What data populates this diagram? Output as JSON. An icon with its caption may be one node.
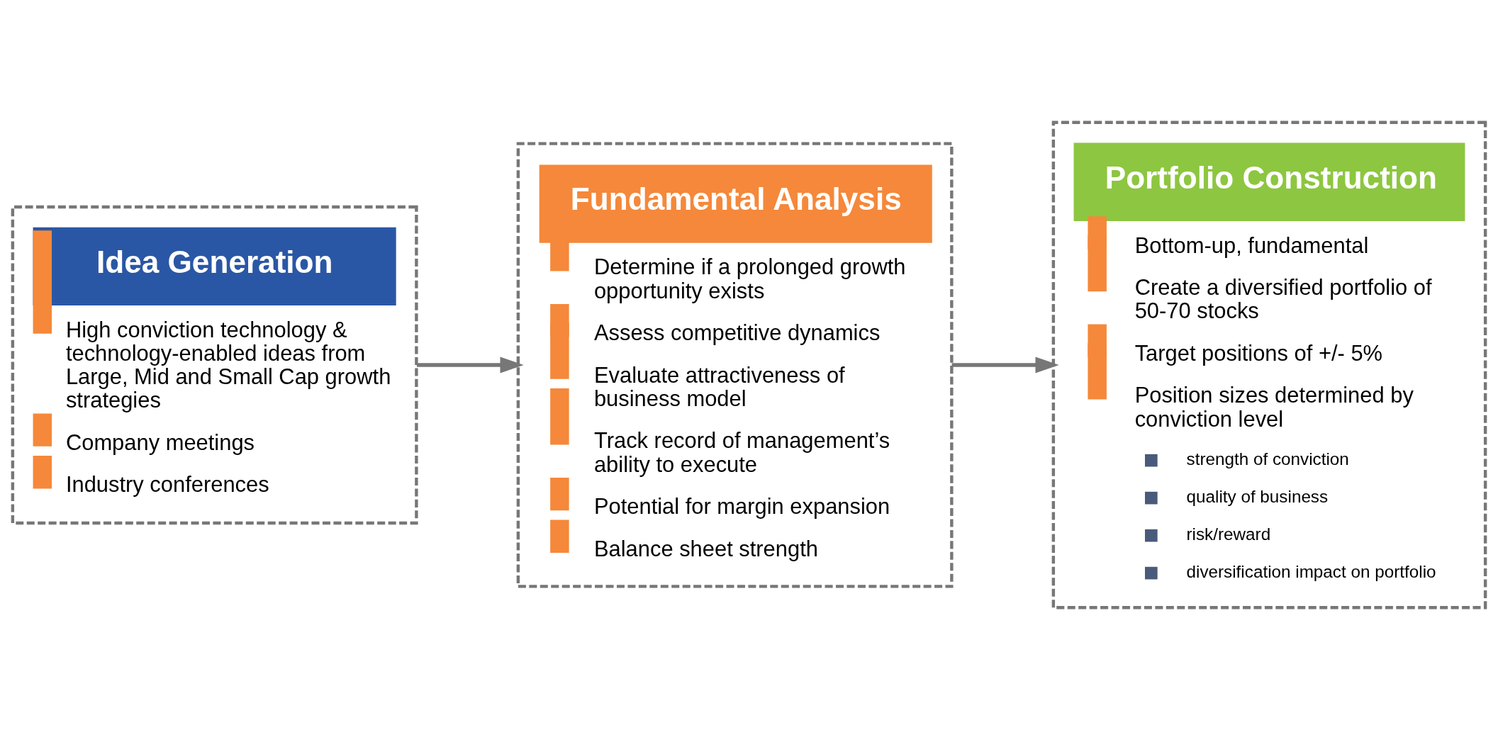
{
  "diagram": {
    "nodes": [
      {
        "text": [
          "Idea Generation",
          "High conviction technology & technology-enabled ideas from Large, Mid and Small Cap growth strategies",
          "Company meetings",
          "Industry conferences"
        ]
      },
      {
        "text": [
          "Fundamental Analysis",
          "Determine if a prolonged growth opportunity exists",
          "Assess competitive dynamics",
          "Evaluate attractiveness of business model",
          "Track record of management’s ability to execute",
          "Potential for margin expansion",
          "Balance sheet strength"
        ]
      },
      {
        "text": [
          "Portfolio Construction",
          "Bottom-up, fundamental",
          "Create a diversified portfolio of 50-70 stocks",
          "Target positions of +/- 5%",
          "Position sizes determined by conviction level",
          "strength of conviction",
          "quality of business",
          "risk/reward",
          "diversification impact on portfolio"
        ]
      }
    ],
    "edges": [
      {
        "from": 0,
        "to": 1,
        "arrow": "to"
      },
      {
        "from": 1,
        "to": 2,
        "arrow": "to"
      }
    ]
  }
}
